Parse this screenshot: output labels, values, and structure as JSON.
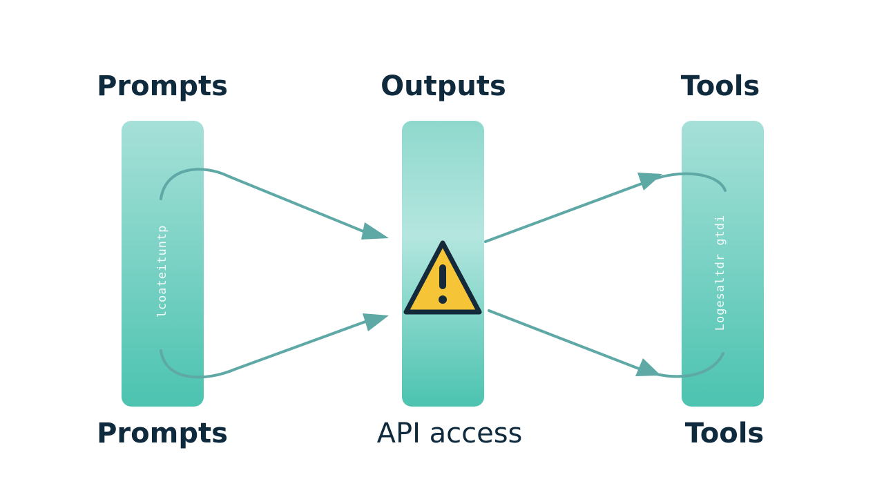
{
  "labels": {
    "left_top": "Prompts",
    "center_top": "Outputs",
    "right_top": "Tools",
    "left_bottom": "Prompts",
    "center_bottom": "API access",
    "right_bottom": "Tools"
  },
  "bar_text": {
    "left": "lcoateituntp",
    "right": "Logesaltdr gtdi"
  },
  "icons": {
    "center": "warning-icon"
  },
  "colors": {
    "bar_light": "#a6e0d8",
    "bar_dark": "#4cc3b0",
    "arrow": "#5ea8a6",
    "warning_fill": "#f6c537",
    "warning_stroke": "#14293a",
    "label_text": "#0f2a3d"
  }
}
